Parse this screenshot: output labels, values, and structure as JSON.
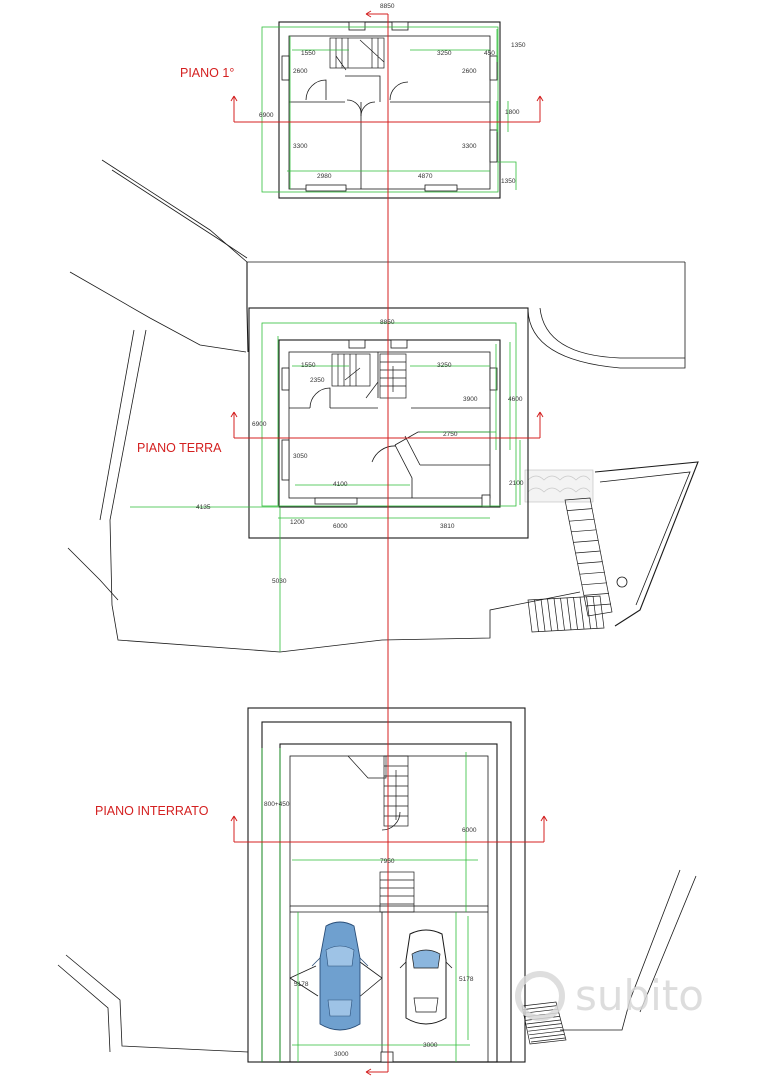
{
  "floors": {
    "first": {
      "label": "PIANO 1°"
    },
    "ground": {
      "label": "PIANO TERRA"
    },
    "basement": {
      "label": "PIANO INTERRATO"
    }
  },
  "dimensions": {
    "first": {
      "total_width": "8850",
      "d1550": "1550",
      "d3250": "3250",
      "d450": "450",
      "d1350_top": "1350",
      "d2600_left": "2600",
      "d2600_right": "2600",
      "d6900": "6900",
      "d1800": "1800",
      "d3300_left": "3300",
      "d3300_right": "3300",
      "d2980": "2980",
      "d4870": "4870",
      "d1350_bottom": "1350"
    },
    "ground": {
      "total_width": "8850",
      "d1550": "1550",
      "d2350": "2350",
      "d3250": "3250",
      "d6900": "6900",
      "d3900": "3900",
      "d4600": "4600",
      "d2750": "2750",
      "d3050": "3050",
      "d4100": "4100",
      "d2100": "2100",
      "d4135": "4135",
      "d1200": "1200",
      "d6000": "6000",
      "d3810": "3810",
      "d5030": "5030"
    },
    "basement": {
      "d800_450": "800+450",
      "d6000": "6000",
      "d7950": "7950",
      "d5178_left": "5178",
      "d5178_right": "5178",
      "d3000_left": "3000",
      "d3000_right": "3000"
    }
  },
  "watermark": "subito",
  "colors": {
    "walls": "#1a1a1a",
    "dimensions": "#2fbf3a",
    "section_lines": "#d42020",
    "car": "#6fa0cf"
  }
}
